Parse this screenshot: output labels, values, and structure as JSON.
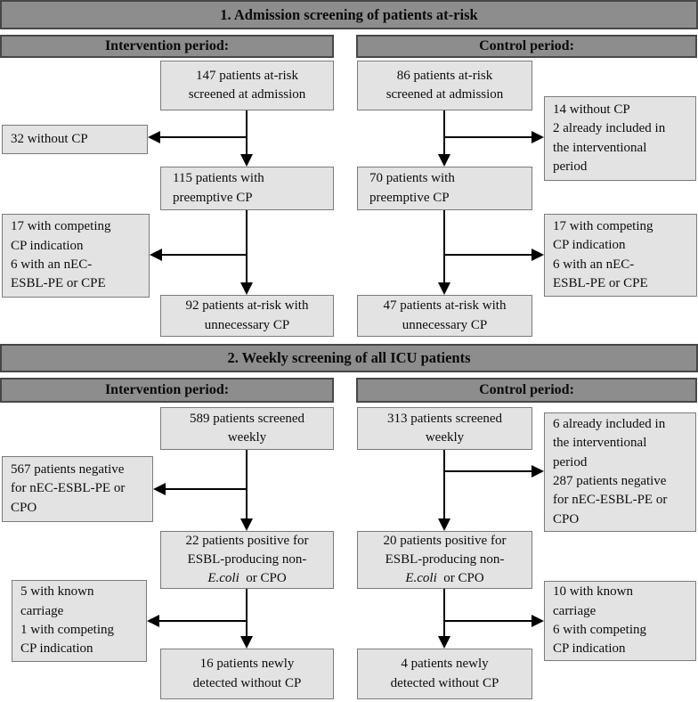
{
  "colors": {
    "band_fill": "#8d8d8d",
    "band_border": "#474747",
    "box_fill": "#e3e3e3",
    "box_border": "#7b7b7b",
    "arrow": "#000000",
    "background": "#ffffff"
  },
  "s1": {
    "title": "1. Admission screening of patients at-risk",
    "int": {
      "header": "Intervention period:",
      "screened": "147 patients at-risk\nscreened at admission",
      "excl1": "32 without CP",
      "preemptive": "115 patients with\npreemptive CP",
      "excl2": "17 with competing\nCP indication\n6 with an nEC-\nESBL-PE or CPE",
      "outcome": "92 patients at-risk with\nunnecessary CP"
    },
    "ctrl": {
      "header": "Control period:",
      "screened": "86 patients at-risk\nscreened at admission",
      "excl1": "14 without CP\n2 already included in\nthe interventional\nperiod",
      "preemptive": "70 patients with\npreemptive CP",
      "excl2": "17 with competing\nCP indication\n6 with an nEC-\nESBL-PE or CPE",
      "outcome": "47 patients at-risk with\nunnecessary CP"
    }
  },
  "s2": {
    "title": "2. Weekly screening of all ICU patients",
    "int": {
      "header": "Intervention period:",
      "screened": "589 patients screened\nweekly",
      "excl1": "567 patients negative\nfor nEC-ESBL-PE or\nCPO",
      "pos_pre": "22 patients positive for\nESBL-producing non-\n",
      "pos_italic": "E.coli",
      "pos_post": "  or CPO",
      "excl2": "5 with known\ncarriage\n1 with competing\nCP indication",
      "outcome": "16 patients newly\ndetected without CP"
    },
    "ctrl": {
      "header": "Control period:",
      "screened": "313 patients screened\nweekly",
      "excl1": "6 already included in\nthe interventional\nperiod\n287 patients negative\nfor nEC-ESBL-PE or\nCPO",
      "pos_pre": "20 patients positive for\nESBL-producing non-\n",
      "pos_italic": "E.coli",
      "pos_post": "  or CPO",
      "excl2": "10 with known\ncarriage\n6 with competing\nCP indication",
      "outcome": "4 patients newly\ndetected without CP"
    }
  }
}
